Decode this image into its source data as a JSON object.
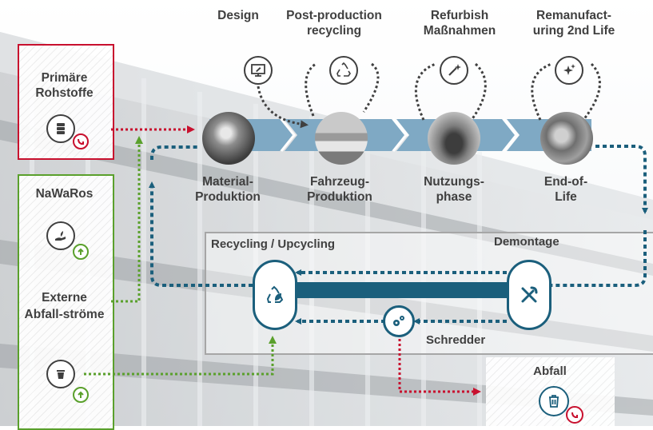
{
  "top_phases": [
    {
      "id": "design",
      "label": "Design",
      "icon": "monitor-pencil-icon"
    },
    {
      "id": "post-production",
      "label": "Post-production recycling",
      "icon": "recycle-icon"
    },
    {
      "id": "refurbish",
      "label": "Refurbish Maßnahmen",
      "icon": "magic-wand-icon"
    },
    {
      "id": "remanufacturing",
      "label": "Remanufact-uring 2nd Life",
      "icon": "sparkle-icon"
    }
  ],
  "lifecycle": [
    {
      "id": "material",
      "label": "Material-Produktion",
      "photo": "steel-mill-photo"
    },
    {
      "id": "vehicle",
      "label": "Fahrzeug-Produktion",
      "photo": "car-assembly-photo"
    },
    {
      "id": "usage",
      "label": "Nutzungs-phase",
      "photo": "car-on-road-photo"
    },
    {
      "id": "eol",
      "label": "End-of-Life",
      "photo": "scrap-cars-photo"
    }
  ],
  "inputs": [
    {
      "id": "primary",
      "label": "Primäre Rohstoffe",
      "icon": "raw-material-barrels-icon",
      "badge": "decrease-arrow-icon",
      "color": "#c8102e"
    },
    {
      "id": "nawaros",
      "label": "NaWaRos",
      "icon": "hand-plant-icon",
      "badge": "increase-arrow-icon",
      "color": "#5aa02c"
    },
    {
      "id": "external",
      "label": "Externe Abfall-ströme",
      "icon": "waste-bin-icon",
      "badge": "increase-arrow-icon",
      "color": "#5aa02c"
    }
  ],
  "recycling": {
    "title": "Recycling / Upcycling",
    "demontage": "Demontage",
    "schredder": "Schredder"
  },
  "waste": {
    "label": "Abfall",
    "icon": "trash-can-icon",
    "badge": "decrease-arrow-icon"
  },
  "colors": {
    "flow_blue": "#1b5f7c",
    "chevron_blue": "#7fa9c4",
    "red": "#c8102e",
    "green": "#5aa02c",
    "grey_frame": "#a6a6a6"
  }
}
